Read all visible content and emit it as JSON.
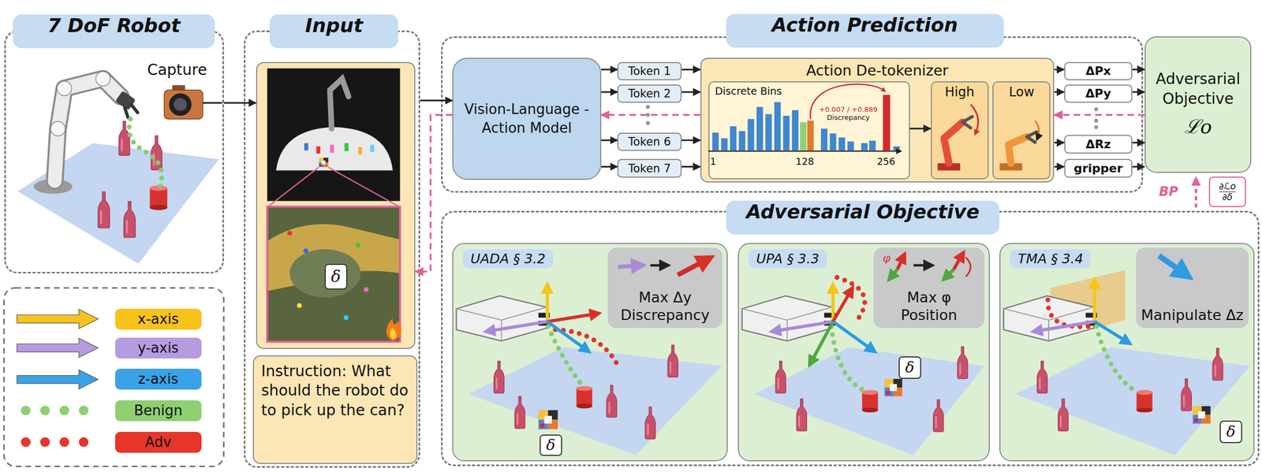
{
  "diagram": {
    "nodes": [
      {
        "text": [
          "7 DoF Robot"
        ]
      },
      {
        "text": [
          "Input"
        ]
      },
      {
        "text": [
          "δ"
        ],
        "in": 1
      },
      {
        "text": [
          "Instruction: What should the robot do to pick up the can?"
        ],
        "in": 1
      },
      {
        "text": [
          "Action Prediction"
        ]
      },
      {
        "text": [
          "Vision-Language -Action Model"
        ],
        "in": 4
      },
      {
        "text": [
          "Token 1"
        ],
        "in": 4
      },
      {
        "text": [
          "Token 2"
        ],
        "in": 4
      },
      {
        "text": [
          "Token 6"
        ],
        "in": 4
      },
      {
        "text": [
          "Token 7"
        ],
        "in": 4
      },
      {
        "text": [
          "Action De-tokenizer"
        ],
        "in": 4
      },
      {
        "text": [
          "Discrete Bins"
        ],
        "in": 10
      },
      {
        "text": [
          "High"
        ],
        "in": 10
      },
      {
        "text": [
          "Low"
        ],
        "in": 10
      },
      {
        "text": [
          "ΔPx"
        ],
        "in": 4
      },
      {
        "text": [
          "ΔPy"
        ],
        "in": 4
      },
      {
        "text": [
          "ΔRz"
        ],
        "in": 4
      },
      {
        "text": [
          "gripper"
        ],
        "in": 4
      },
      {
        "text": [
          "Adversarial Objective",
          "ℒo"
        ]
      },
      {
        "text": [
          "∂ℒo",
          "∂δ"
        ]
      },
      {
        "text": [
          "Adversarial Objective"
        ]
      },
      {
        "text": [
          "UADA § 3.2"
        ],
        "in": 20
      },
      {
        "text": [
          "Max Δy Discrepancy"
        ],
        "in": 21
      },
      {
        "text": [
          "δ"
        ],
        "in": 21
      },
      {
        "text": [
          "UPA § 3.3"
        ],
        "in": 20
      },
      {
        "text": [
          "Max φ Position"
        ],
        "in": 24
      },
      {
        "text": [
          "δ"
        ],
        "in": 24
      },
      {
        "text": [
          "TMA § 3.4"
        ],
        "in": 20
      },
      {
        "text": [
          "Manipulate Δz"
        ],
        "in": 27
      },
      {
        "text": [
          "δ"
        ],
        "in": 27
      }
    ],
    "edges": [
      {
        "from": 0,
        "to": 2,
        "arrow": "to"
      },
      {
        "from": 1,
        "to": 5,
        "arrow": "to"
      },
      {
        "from": 5,
        "to": 6,
        "arrow": "to"
      },
      {
        "from": 5,
        "to": 7,
        "arrow": "to"
      },
      {
        "from": 5,
        "to": 8,
        "arrow": "to"
      },
      {
        "from": 5,
        "to": 9,
        "arrow": "to"
      },
      {
        "from": 6,
        "to": 10,
        "arrow": "to"
      },
      {
        "from": 7,
        "to": 10,
        "arrow": "to"
      },
      {
        "from": 8,
        "to": 10,
        "arrow": "to"
      },
      {
        "from": 9,
        "to": 10,
        "arrow": "to"
      },
      {
        "from": 11,
        "to": 12,
        "arrow": "to"
      },
      {
        "from": 10,
        "to": 14,
        "arrow": "to"
      },
      {
        "from": 10,
        "to": 15,
        "arrow": "to"
      },
      {
        "from": 10,
        "to": 16,
        "arrow": "to"
      },
      {
        "from": 10,
        "to": 17,
        "arrow": "to"
      },
      {
        "from": 14,
        "to": 18,
        "arrow": "to"
      },
      {
        "from": 15,
        "to": 18,
        "arrow": "to"
      },
      {
        "from": 16,
        "to": 18,
        "arrow": "to"
      },
      {
        "from": 17,
        "to": 18,
        "arrow": "to"
      },
      {
        "from": 18,
        "to": 10,
        "arrow": "to"
      },
      {
        "from": 10,
        "to": 5,
        "arrow": "to"
      },
      {
        "from": 5,
        "to": 2,
        "arrow": "to"
      }
    ],
    "labels": [
      "Capture",
      "1",
      "128",
      "256",
      "+0.007 / +0.889",
      "Discrepancy",
      "BP",
      "φ"
    ],
    "legend": [
      {
        "text": "x-axis",
        "color": "#f7c21b"
      },
      {
        "text": "y-axis",
        "color": "#b79be0"
      },
      {
        "text": "z-axis",
        "color": "#3aa2e6"
      },
      {
        "text": "Benign",
        "color": "#8fcf72"
      },
      {
        "text": "Adv",
        "color": "#e8352b"
      }
    ]
  }
}
